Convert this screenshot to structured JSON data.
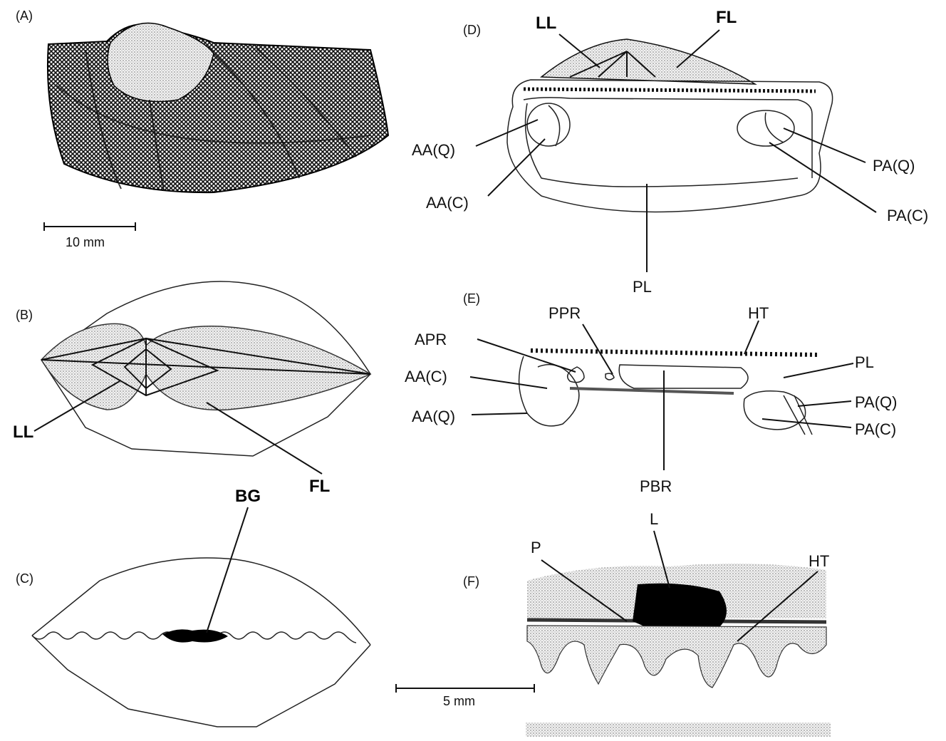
{
  "panels": {
    "A": {
      "tag": "(A)",
      "scale": "10 mm"
    },
    "B": {
      "tag": "(B)",
      "labels": {
        "ll": "LL",
        "fl": "FL"
      }
    },
    "C": {
      "tag": "(C)",
      "labels": {
        "bg": "BG"
      }
    },
    "D": {
      "tag": "(D)",
      "labels": {
        "ll": "LL",
        "fl": "FL",
        "aaq": "AA(Q)",
        "aac": "AA(C)",
        "paq": "PA(Q)",
        "pac": "PA(C)",
        "pl": "PL"
      }
    },
    "E": {
      "tag": "(E)",
      "labels": {
        "apr": "APR",
        "ppr": "PPR",
        "ht": "HT",
        "pl": "PL",
        "aac": "AA(C)",
        "aaq": "AA(Q)",
        "paq": "PA(Q)",
        "pac": "PA(C)",
        "pbr": "PBR"
      }
    },
    "F": {
      "tag": "(F)",
      "scale": "5 mm",
      "labels": {
        "p": "P",
        "l": "L",
        "ht": "HT"
      }
    }
  },
  "colors": {
    "ink": "#111111",
    "stipple": "#cfcfcf",
    "black": "#000000"
  }
}
